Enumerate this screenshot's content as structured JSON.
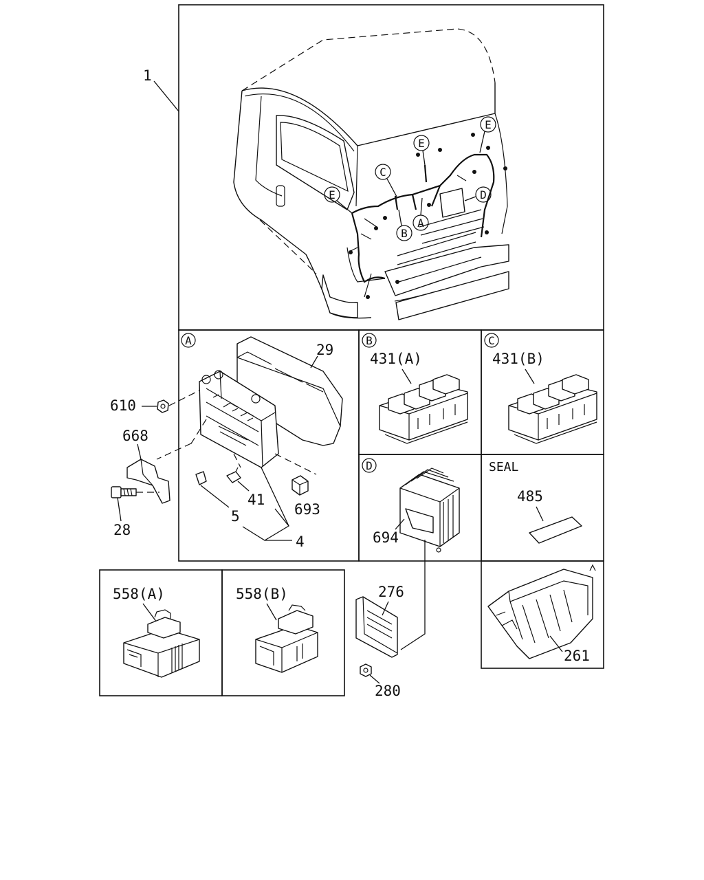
{
  "labels": {
    "p1": "1",
    "p29": "29",
    "p431a": "431(A)",
    "p431b": "431(B)",
    "p610": "610",
    "p668": "668",
    "p28": "28",
    "p5": "5",
    "p41": "41",
    "p4": "4",
    "p693": "693",
    "p694": "694",
    "seal": "SEAL",
    "p485": "485",
    "p558a": "558(A)",
    "p558b": "558(B)",
    "p276": "276",
    "p280": "280",
    "p261": "261"
  },
  "callouts": {
    "A": "A",
    "B": "B",
    "C": "C",
    "D": "D",
    "E": "E"
  }
}
